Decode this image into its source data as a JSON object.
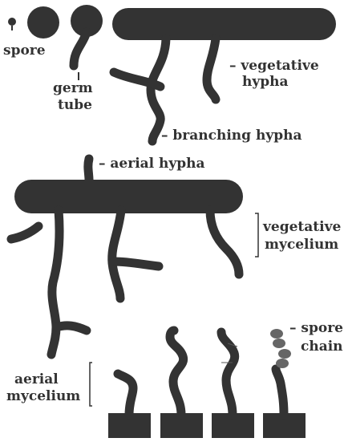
{
  "colors": {
    "background": "#ffffff",
    "hypha": "#333333",
    "spore_chain": "#666666",
    "text": "#333333"
  },
  "labels": {
    "spore": "spore",
    "germ_tube_line1": "germ",
    "germ_tube_line2": "tube",
    "vegetative_hypha_line1": "– vegetative",
    "vegetative_hypha_line2": "hypha",
    "branching_hypha": "– branching hypha",
    "aerial_hypha": "– aerial hypha",
    "vegetative_mycelium_line1": "vegetative",
    "vegetative_mycelium_line2": "mycelium",
    "aerial_mycelium_line1": "aerial",
    "aerial_mycelium_line2": "mycelium",
    "spore_chain_line1": "– spore",
    "spore_chain_line2": "chain"
  }
}
